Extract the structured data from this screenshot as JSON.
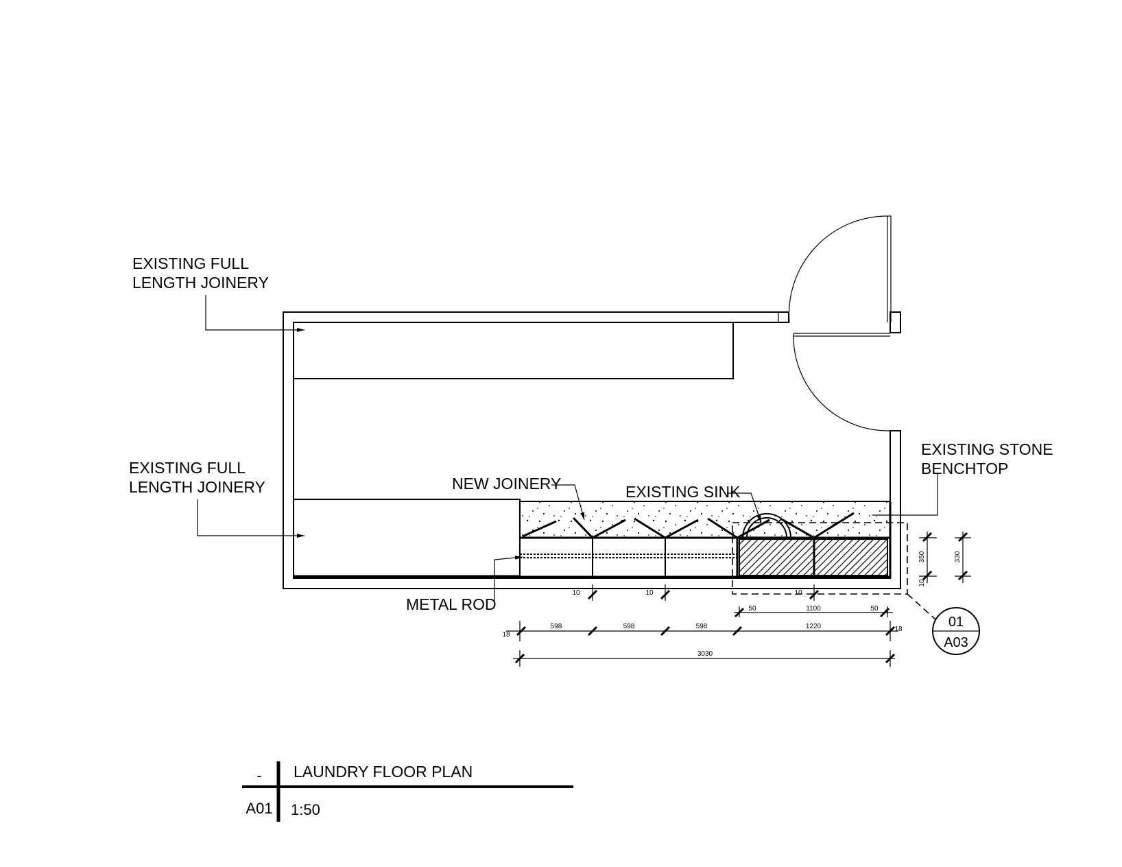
{
  "drawing": {
    "labels": {
      "joinery_top": [
        "EXISTING FULL",
        "LENGTH JOINERY"
      ],
      "joinery_bottom": [
        "EXISTING FULL",
        "LENGTH JOINERY"
      ],
      "new_joinery": "NEW JOINERY",
      "existing_sink": "EXISTING SINK",
      "stone_benchtop": [
        "EXISTING STONE",
        "BENCHTOP"
      ],
      "metal_rod": "METAL ROD"
    },
    "dimensions": {
      "gap_10_a": "10",
      "gap_10_b": "10",
      "gap_10_c": "10",
      "sink_left": "50",
      "sink_width": "1100",
      "sink_right": "50",
      "edge_left": "18",
      "bay_1": "598",
      "bay_2": "598",
      "bay_3": "598",
      "sink_bay": "1220",
      "edge_right": "18",
      "overall": "3030",
      "depth_350": "350",
      "depth_10": "10",
      "depth_330": "330"
    },
    "callout": {
      "detail_number": "01",
      "sheet_number": "A03"
    }
  },
  "title_block": {
    "drawing_id": "-",
    "sheet": "A01",
    "title": "LAUNDRY FLOOR PLAN",
    "scale": "1:50"
  }
}
